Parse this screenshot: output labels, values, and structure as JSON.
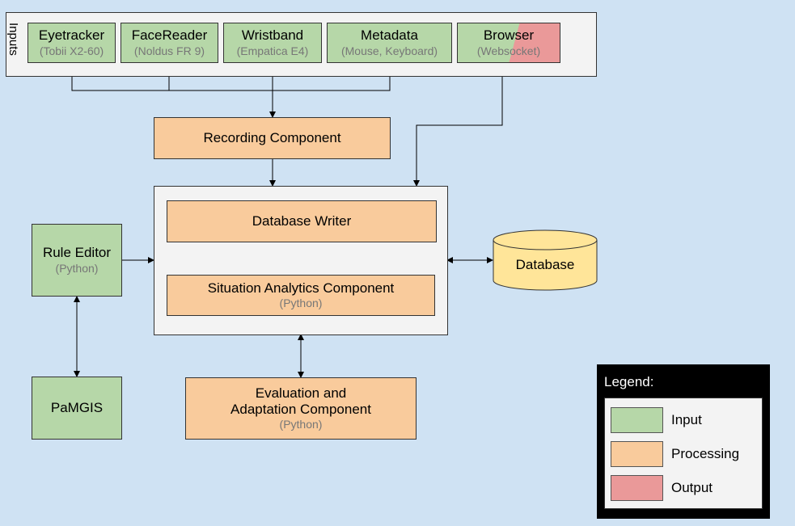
{
  "inputs_label": "Inputs",
  "colors": {
    "input": "#b6d7a8",
    "processing": "#f9cb9c",
    "output": "#ea9999",
    "database": "#ffe599",
    "background": "#cfe2f3"
  },
  "inputs": [
    {
      "title": "Eyetracker",
      "subtitle": "(Tobii X2-60)"
    },
    {
      "title": "FaceReader",
      "subtitle": "(Noldus FR 9)"
    },
    {
      "title": "Wristband",
      "subtitle": "(Empatica E4)"
    },
    {
      "title": "Metadata",
      "subtitle": "(Mouse, Keyboard)"
    },
    {
      "title": "Browser",
      "subtitle": "(Websocket)"
    }
  ],
  "recording": {
    "title": "Recording Component"
  },
  "database_writer": {
    "title": "Database Writer"
  },
  "situation": {
    "title": "Situation Analytics Component",
    "subtitle": "(Python)"
  },
  "rule_editor": {
    "title": "Rule Editor",
    "subtitle": "(Python)"
  },
  "pamgis": {
    "title": "PaMGIS"
  },
  "database": {
    "title": "Database"
  },
  "evaluation": {
    "line1": "Evaluation and",
    "line2": "Adaptation Component",
    "subtitle": "(Python)"
  },
  "legend": {
    "title": "Legend:",
    "items": [
      {
        "label": "Input",
        "color": "#b6d7a8"
      },
      {
        "label": "Processing",
        "color": "#f9cb9c"
      },
      {
        "label": "Output",
        "color": "#ea9999"
      }
    ]
  }
}
